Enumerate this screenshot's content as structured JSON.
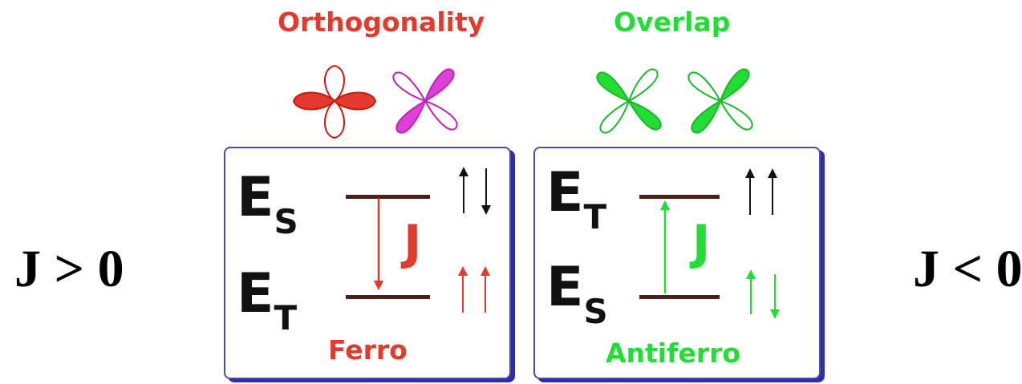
{
  "headings": {
    "left": "Orthogonality",
    "right": "Overlap"
  },
  "side_labels": {
    "left": "J > 0",
    "right": "J < 0"
  },
  "colors": {
    "ferro": "#e23a2c",
    "antiferro": "#22dd33",
    "magenta": "#e040d8",
    "frame": "#2b2bb5",
    "level": "#4a2018"
  },
  "panels": {
    "ferro": {
      "upper_label": "E",
      "upper_sub": "S",
      "lower_label": "E",
      "lower_sub": "T",
      "coupling": "J",
      "caption": "Ferro",
      "upper_spins": "up-down",
      "lower_spins": "up-up",
      "arrow_direction": "down"
    },
    "antiferro": {
      "upper_label": "E",
      "upper_sub": "T",
      "lower_label": "E",
      "lower_sub": "S",
      "coupling": "J",
      "caption": "Antiferro",
      "upper_spins": "up-up",
      "lower_spins": "up-down",
      "arrow_direction": "up"
    }
  },
  "icons": {
    "orbital_red": "d-orbital-lobes-icon",
    "orbital_magenta": "d-orbital-lobes-icon",
    "orbital_green_1": "d-orbital-lobes-icon",
    "orbital_green_2": "d-orbital-lobes-icon",
    "spin_up": "spin-up-arrow-icon",
    "spin_down": "spin-down-arrow-icon"
  }
}
